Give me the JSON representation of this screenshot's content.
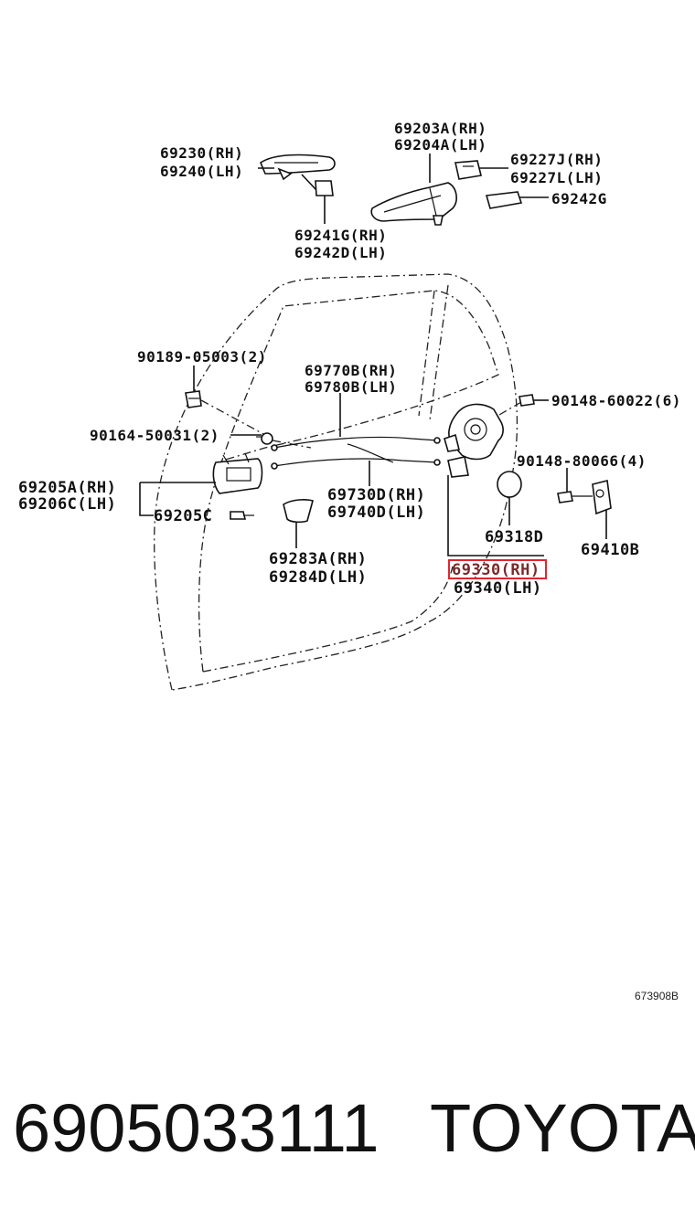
{
  "labels": {
    "l69230": "69230(RH)",
    "l69240": "69240(LH)",
    "l69203a": "69203A(RH)",
    "l69204a": "69204A(LH)",
    "l69227j": "69227J(RH)",
    "l69227l": "69227L(LH)",
    "l69242g": "69242G",
    "l69241g": "69241G(RH)",
    "l69242d": "69242D(LH)",
    "l90189": "90189-05003(2)",
    "l69770b": "69770B(RH)",
    "l69780b": "69780B(LH)",
    "l90148_60022": "90148-60022(6)",
    "l90164": "90164-50031(2)",
    "l90148_80066": "90148-80066(4)",
    "l69205a": "69205A(RH)",
    "l69206c": "69206C(LH)",
    "l69205c": "69205C",
    "l69730d": "69730D(RH)",
    "l69740d": "69740D(LH)",
    "l69318d": "69318D",
    "l69410b": "69410B",
    "l69330": "69330(RH)",
    "l69340": "69340(LH)",
    "l69283a": "69283A(RH)",
    "l69284d": "69284D(LH)"
  },
  "reference_code": "673908B",
  "footer": {
    "part_number": "6905033111",
    "brand": "TOYOTA"
  },
  "highlight_color": "#e0262f"
}
